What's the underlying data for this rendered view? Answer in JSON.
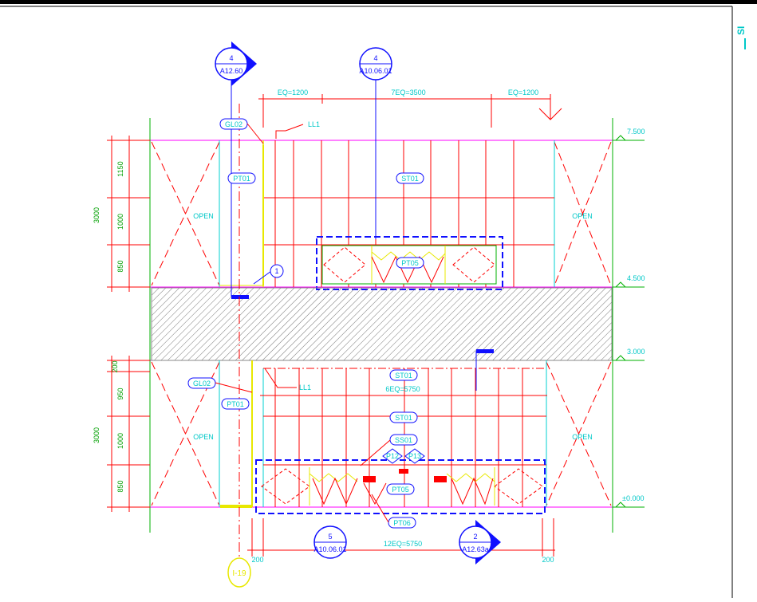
{
  "title_bar_glyph": "SI",
  "dimensions": {
    "top_left": "EQ=1200",
    "top_mid": "7EQ=3500",
    "top_right": "EQ=1200",
    "left_total_upper": "3000",
    "left_upper_1": "1150",
    "left_upper_2": "1000",
    "left_upper_3": "850",
    "left_total_lower": "3000",
    "left_lower_0": "200",
    "left_lower_1": "950",
    "left_lower_2": "1000",
    "left_lower_3": "850",
    "mid_lower": "6EQ=5750",
    "bottom_mid": "12EQ=5750",
    "bottom_left": "200",
    "bottom_right": "200"
  },
  "levels": {
    "l1": "7.500",
    "l2": "4.500",
    "l3": "3.000",
    "l4": "±0.000"
  },
  "tags": {
    "gl02_top": "GL02",
    "pt01_top": "PT01",
    "st01_top": "ST01",
    "pt05_top": "PT05",
    "gl02_bot": "GL02",
    "pt01_bot": "PT01",
    "st01_bot_a": "ST01",
    "st01_bot_b": "ST01",
    "ss01": "SS01",
    "p12": "P12",
    "p13": "P13",
    "pt05_bot": "PT05",
    "pt06": "PT06"
  },
  "leaders": {
    "ll1_top": "LL1",
    "ll1_bot": "LL1"
  },
  "open_labels": {
    "ul": "OPEN",
    "ur": "OPEN",
    "ll": "OPEN",
    "lr": "OPEN"
  },
  "markers": {
    "top_left_num": "4",
    "top_left_ref": "A12.60",
    "top_mid_num": "4",
    "top_mid_ref": "A10.06.01",
    "bot_left_num": "5",
    "bot_left_ref": "A10.06.01",
    "bot_right_num": "2",
    "bot_right_ref": "A12.63a",
    "detail_num": "1",
    "grid_label": "I-19"
  },
  "colors": {
    "red": "#ff0000",
    "magenta": "#ff00ff",
    "cyan": "#00d0d0",
    "blue": "#1010ff",
    "yellow": "#e8e800",
    "green": "#00b000",
    "hatch": "#888888"
  }
}
